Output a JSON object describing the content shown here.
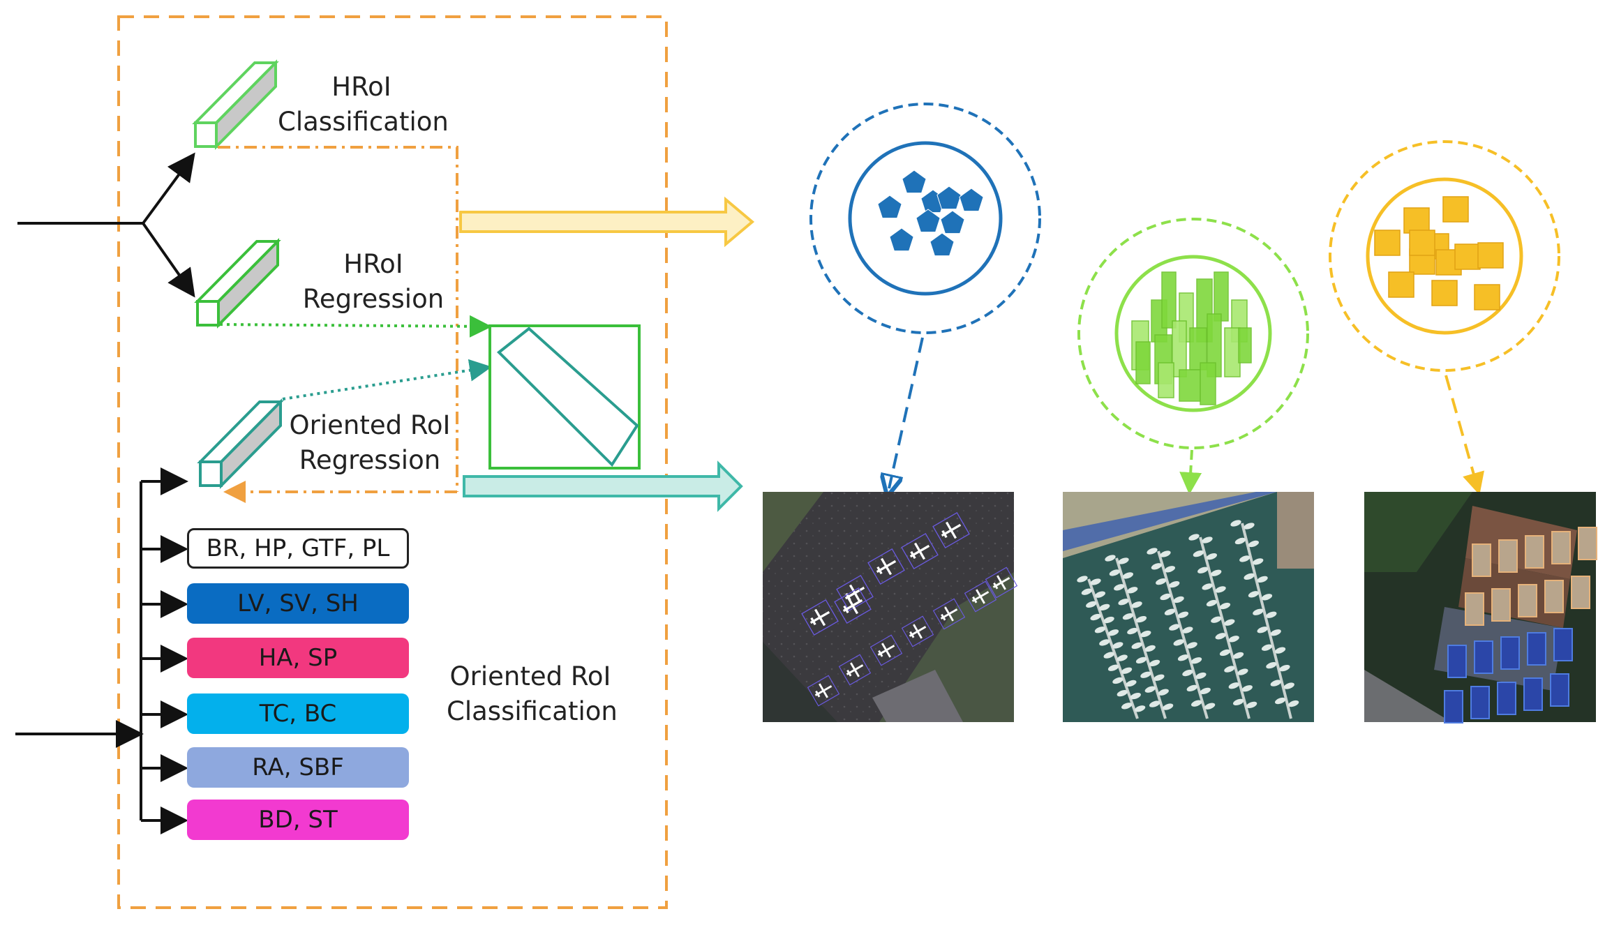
{
  "labels": {
    "hroi_classification": [
      "HRoI",
      "Classification"
    ],
    "hroi_regression": [
      "HRoI",
      "Regression"
    ],
    "oriented_roi_regression": [
      "Oriented RoI",
      "Regression"
    ],
    "oriented_roi_classification": [
      "Oriented RoI",
      "Classification"
    ]
  },
  "class_groups": [
    {
      "label": "BR, HP, GTF, PL",
      "color": "#ffffff"
    },
    {
      "label": "LV, SV, SH",
      "color": "#0a6cc2"
    },
    {
      "label": "HA, SP",
      "color": "#f2387f"
    },
    {
      "label": "TC, BC",
      "color": "#03b0ec"
    },
    {
      "label": "RA, SBF",
      "color": "#8ea8de"
    },
    {
      "label": "BD, ST",
      "color": "#f23ad0"
    }
  ],
  "colors": {
    "frame_orange": "#f0a040",
    "hroi_cls_green": "#5fd35f",
    "hroi_reg_green": "#3bbf3b",
    "oriented_teal": "#2a9d8f",
    "yellow_arrow": "#f7c843",
    "teal_arrow": "#3fb8a8",
    "cluster_blue": "#1f72b8",
    "cluster_green": "#8de04a",
    "cluster_yellow": "#f6bf26"
  },
  "clusters": [
    {
      "name": "blue-pentagons",
      "shape": "pentagon-icon"
    },
    {
      "name": "green-rectangles",
      "shape": "rectangle-icon"
    },
    {
      "name": "yellow-squares",
      "shape": "square-icon"
    }
  ],
  "photos": [
    {
      "name": "airport-planes-photo"
    },
    {
      "name": "harbor-boats-photo"
    },
    {
      "name": "rooftop-solar-photo"
    }
  ]
}
